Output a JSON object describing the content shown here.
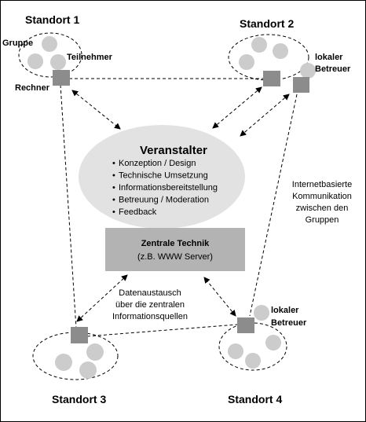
{
  "sites": {
    "s1": "Standort 1",
    "s2": "Standort 2",
    "s3": "Standort 3",
    "s4": "Standort 4"
  },
  "labels": {
    "gruppe": "Gruppe",
    "teilnehmer": "Teilnehmer",
    "rechner": "Rechner",
    "lokaler": "lokaler",
    "betreuer": "Betreuer"
  },
  "organizer": {
    "title": "Veranstalter",
    "bullet": "•",
    "items": [
      "Konzeption / Design",
      "Technische Umsetzung",
      "Informationsbereitstellung",
      "Betreuung / Moderation",
      "Feedback"
    ]
  },
  "tech": {
    "line1": "Zentrale Technik",
    "line2": "(z.B. WWW Server)"
  },
  "notes": {
    "internet": [
      "Internetbasierte",
      "Kommunikation",
      "zwischen den",
      "Gruppen"
    ],
    "data": [
      "Datenaustausch",
      "über die zentralen",
      "Informationsquellen"
    ]
  },
  "colors": {
    "person": "#cccccc",
    "computer": "#8c8c8c",
    "organizer_fill": "#e2e2e2",
    "tech_fill": "#b3b3b3"
  }
}
